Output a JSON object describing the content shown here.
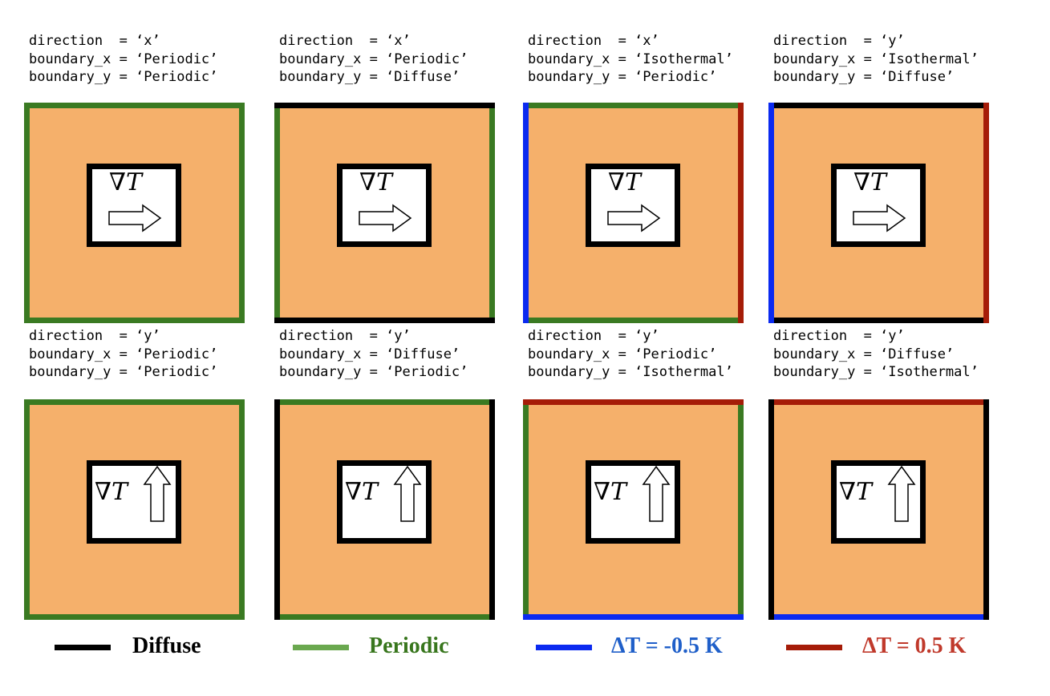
{
  "colors": {
    "diffuse": "#000000",
    "periodic": "#3a7a22",
    "periodic_legend": "#6aa84f",
    "cold": "#0b2af0",
    "hot": "#a51c08",
    "fill": "#f5b06b",
    "cold_text": "#1f5fc9",
    "hot_text": "#c0392b",
    "periodic_text": "#38761d"
  },
  "gradient_symbol": "∇T",
  "panels": [
    {
      "direction": "direction  = ‘x’",
      "boundary_x": "boundary_x = ‘Periodic’",
      "boundary_y": "boundary_y = ‘Periodic’",
      "arrow": "right",
      "edges": {
        "top": "periodic",
        "bottom": "periodic",
        "left": "periodic",
        "right": "periodic"
      }
    },
    {
      "direction": "direction  = ‘x’",
      "boundary_x": "boundary_x = ‘Periodic’",
      "boundary_y": "boundary_y = ‘Diffuse’",
      "arrow": "right",
      "edges": {
        "top": "diffuse",
        "bottom": "diffuse",
        "left": "periodic",
        "right": "periodic"
      }
    },
    {
      "direction": "direction  = ‘x’",
      "boundary_x": "boundary_x = ‘Isothermal’",
      "boundary_y": "boundary_y = ‘Periodic’",
      "arrow": "right",
      "edges": {
        "top": "periodic",
        "bottom": "periodic",
        "left": "cold",
        "right": "hot"
      }
    },
    {
      "direction": "direction  = ‘y’",
      "boundary_x": "boundary_x = ‘Isothermal’",
      "boundary_y": "boundary_y = ‘Diffuse’",
      "arrow": "right",
      "edges": {
        "top": "diffuse",
        "bottom": "diffuse",
        "left": "cold",
        "right": "hot"
      }
    },
    {
      "direction": "direction  = ‘y’",
      "boundary_x": "boundary_x = ‘Periodic’",
      "boundary_y": "boundary_y = ‘Periodic’",
      "arrow": "up",
      "edges": {
        "top": "periodic",
        "bottom": "periodic",
        "left": "periodic",
        "right": "periodic"
      }
    },
    {
      "direction": "direction  = ‘y’",
      "boundary_x": "boundary_x = ‘Diffuse’",
      "boundary_y": "boundary_y = ‘Periodic’",
      "arrow": "up",
      "edges": {
        "top": "periodic",
        "bottom": "periodic",
        "left": "diffuse",
        "right": "diffuse"
      }
    },
    {
      "direction": "direction  = ‘y’",
      "boundary_x": "boundary_x = ‘Periodic’",
      "boundary_y": "boundary_y = ‘Isothermal’",
      "arrow": "up",
      "edges": {
        "top": "hot",
        "bottom": "cold",
        "left": "periodic",
        "right": "periodic"
      }
    },
    {
      "direction": "direction  = ‘y’",
      "boundary_x": "boundary_x = ‘Diffuse’",
      "boundary_y": "boundary_y = ‘Isothermal’",
      "arrow": "up",
      "edges": {
        "top": "hot",
        "bottom": "cold",
        "left": "diffuse",
        "right": "diffuse"
      }
    }
  ],
  "legend": {
    "diffuse": "Diffuse",
    "periodic": "Periodic",
    "cold": "ΔT = -0.5 K",
    "hot": "ΔT = 0.5 K"
  }
}
